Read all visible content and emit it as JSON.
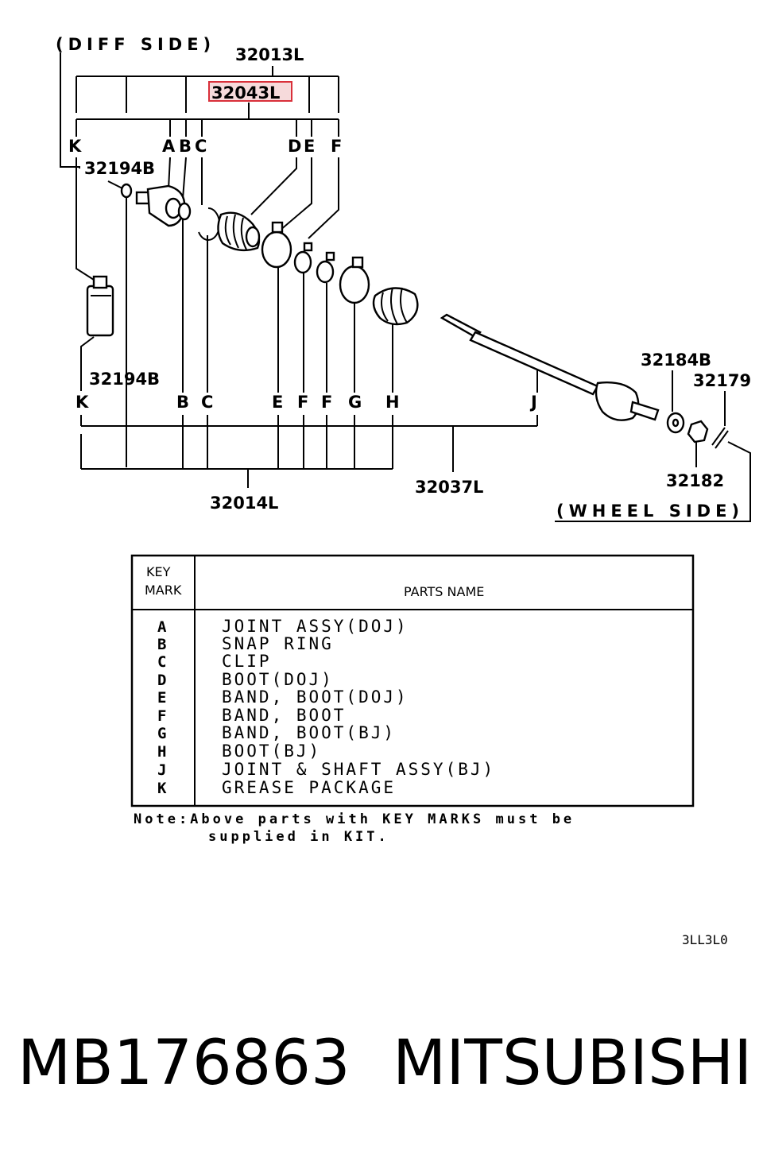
{
  "diagram": {
    "diff_side": "(DIFF SIDE)",
    "wheel_side": "(WHEEL SIDE)",
    "part_numbers": {
      "p32013L": "32013L",
      "p32043L": "32043L",
      "p32194B_top": "32194B",
      "p32194B_bottom": "32194B",
      "p32184B": "32184B",
      "p32179": "32179",
      "p32182": "32182",
      "p32014L": "32014L",
      "p32037L": "32037L"
    },
    "top_keys": [
      "K",
      "A",
      "B",
      "C",
      "D",
      "E",
      "F"
    ],
    "bottom_keys": [
      "K",
      "B",
      "C",
      "E",
      "F",
      "F",
      "G",
      "H",
      "J"
    ],
    "highlight_color": "#d9303a"
  },
  "table": {
    "header_key_line1": "KEY",
    "header_key_line2": "MARK",
    "header_name": "PARTS NAME",
    "rows": [
      {
        "key": "A",
        "name": "JOINT ASSY(DOJ)"
      },
      {
        "key": "B",
        "name": "SNAP RING"
      },
      {
        "key": "C",
        "name": "CLIP"
      },
      {
        "key": "D",
        "name": "BOOT(DOJ)"
      },
      {
        "key": "E",
        "name": "BAND, BOOT(DOJ)"
      },
      {
        "key": "F",
        "name": "BAND, BOOT"
      },
      {
        "key": "G",
        "name": "BAND, BOOT(BJ)"
      },
      {
        "key": "H",
        "name": "BOOT(BJ)"
      },
      {
        "key": "J",
        "name": "JOINT & SHAFT ASSY(BJ)"
      },
      {
        "key": "K",
        "name": "GREASE PACKAGE"
      }
    ]
  },
  "note_line1": "Note:Above parts with KEY MARKS must be",
  "note_line2": "supplied in KIT.",
  "figure_code": "3LL3L0",
  "part_number": "MB176863",
  "brand": "MITSUBISHI"
}
